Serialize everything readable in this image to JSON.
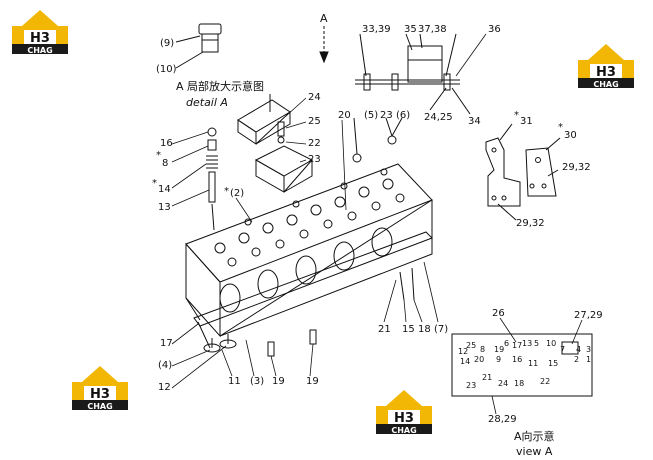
{
  "logo": {
    "mark": "H3",
    "brand": "CHAG",
    "colors": {
      "roof": "#f2b705",
      "dark": "#1a1a1a",
      "light": "#ffffff"
    }
  },
  "captions": {
    "detail_cn": "A 局部放大示意图",
    "detail_en": "detail A",
    "view_cn": "A向示意",
    "view_en": "view A",
    "arrow": "A"
  },
  "labels": {
    "l9": "(9)",
    "l10": "(10)",
    "l33_39": "33,39",
    "l35": "35",
    "l37_38": "37,38",
    "l36": "36",
    "l24_25": "24,25",
    "l34": "34",
    "l24": "24",
    "l25": "25",
    "l22": "22",
    "l23": "23",
    "l20": "20",
    "l5": "(5)",
    "l23b": "23",
    "l6": "(6)",
    "l16": "16",
    "l8": "8",
    "l14": "14",
    "l13": "13",
    "l2": "(2)",
    "l31": "31",
    "l30": "30",
    "l29_32a": "29,32",
    "l29_32b": "29,32",
    "l17": "17",
    "l4": "(4)",
    "l12": "12",
    "l11": "11",
    "l3": "(3)",
    "l19a": "19",
    "l19b": "19",
    "l21": "21",
    "l15": "15",
    "l18": "18",
    "l7": "(7)",
    "l26": "26",
    "l27_29": "27,29",
    "l28_29": "28,29",
    "star": "*"
  },
  "view_a_numbers": [
    "12",
    "25",
    "8",
    "19",
    "6",
    "17",
    "13",
    "5",
    "10",
    "7",
    "4",
    "3",
    "2",
    "1",
    "14",
    "20",
    "9",
    "16",
    "11",
    "15",
    "23",
    "21",
    "24",
    "18",
    "22"
  ]
}
